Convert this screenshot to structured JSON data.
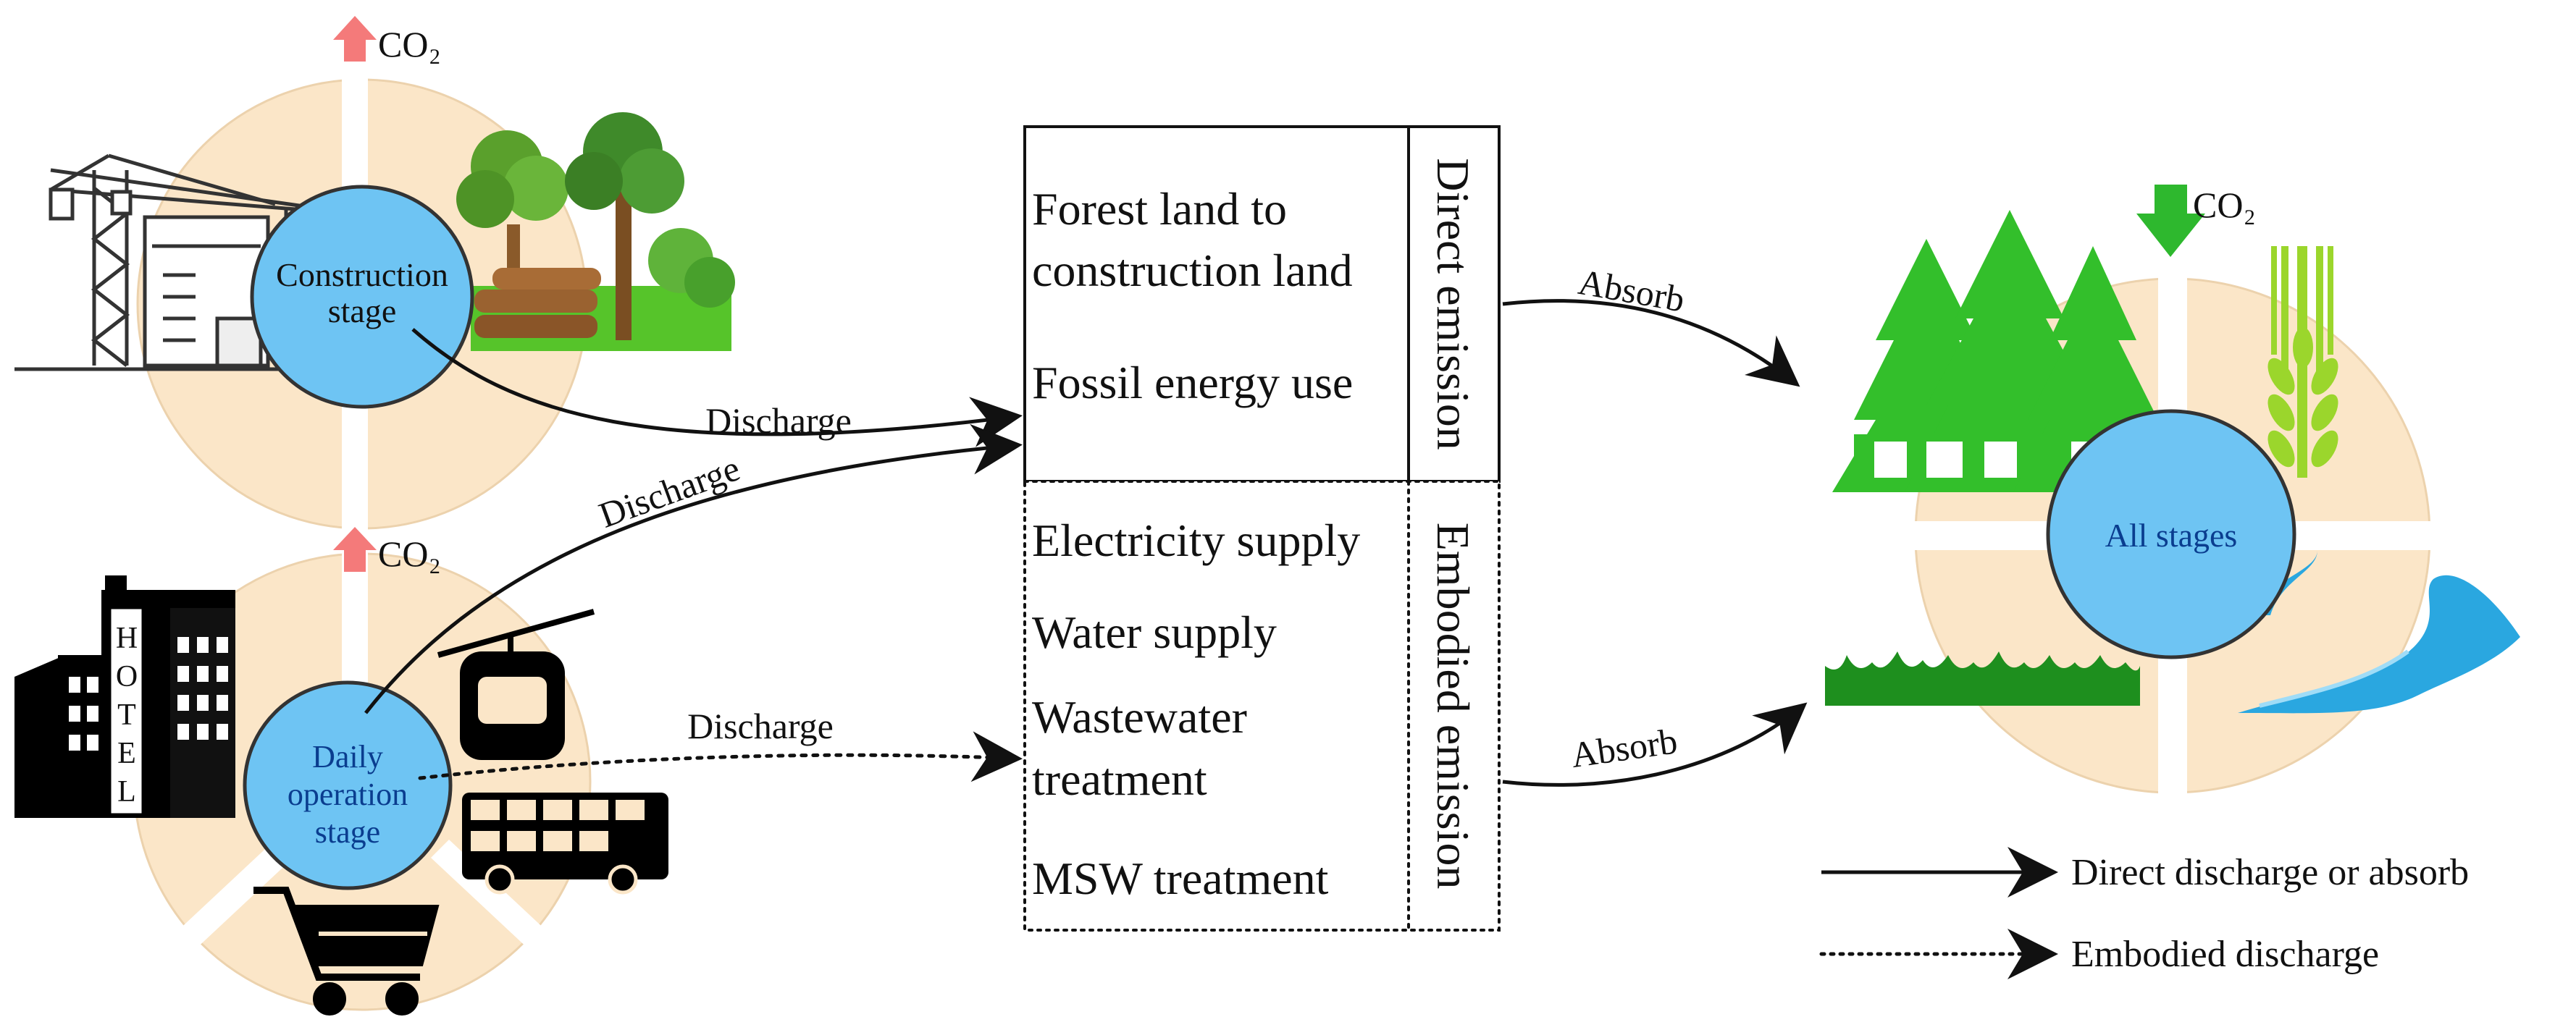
{
  "construction": {
    "co2_label": "CO₂",
    "stage_line1": "Construction",
    "stage_line2": "stage"
  },
  "operation": {
    "co2_label": "CO₂",
    "stage_line1": "Daily",
    "stage_line2": "operation",
    "stage_line3": "stage",
    "hotel_letters": [
      "H",
      "O",
      "T",
      "E",
      "L"
    ]
  },
  "flows": {
    "discharge_1": "Discharge",
    "discharge_2": "Discharge",
    "discharge_3": "Discharge",
    "absorb_1": "Absorb",
    "absorb_2": "Absorb"
  },
  "direct_box": {
    "item_1_line1": "Forest land to",
    "item_1_line2": "construction land",
    "item_2": "Fossil energy use",
    "side_label": "Direct emission"
  },
  "embodied_box": {
    "item_1": "Electricity supply",
    "item_2": "Water supply",
    "item_3_line1": "Wastewater",
    "item_3_line2": "treatment",
    "item_4": "MSW treatment",
    "side_label": "Embodied emission"
  },
  "all_stages": {
    "co2_label": "CO₂",
    "label": "All stages"
  },
  "legend": {
    "direct": "Direct discharge or absorb",
    "embodied": "Embodied discharge"
  },
  "colors": {
    "ring_fill": "#fbe6c8",
    "ring_stroke": "#e8c9a0",
    "stage_circle": "#6ec4f3",
    "stage_circle_stroke": "#333333",
    "co2_up_arrow": "#f47a7a",
    "co2_down_arrow": "#2eb82e",
    "forest_green": "#33bf2b",
    "wheat_green": "#9bd62c",
    "grass_green": "#1e8f1e",
    "river_blue": "#2aa7e0",
    "stage_text_dark": "#000000",
    "stage_text_blue": "#0a3d8f"
  }
}
